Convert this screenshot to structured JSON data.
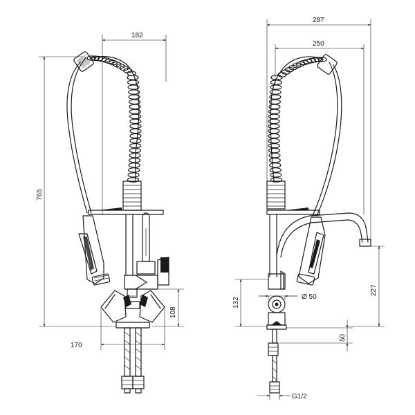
{
  "dimensions": {
    "front": {
      "width_top": "182",
      "height_total": "765",
      "height_body": "108",
      "width_bottom": "170"
    },
    "side": {
      "width_total": "287",
      "width_spring": "250",
      "height_spout": "227",
      "height_handle": "132",
      "diameter": "Ø 50",
      "height_base": "50",
      "thread": "G1/2"
    }
  }
}
